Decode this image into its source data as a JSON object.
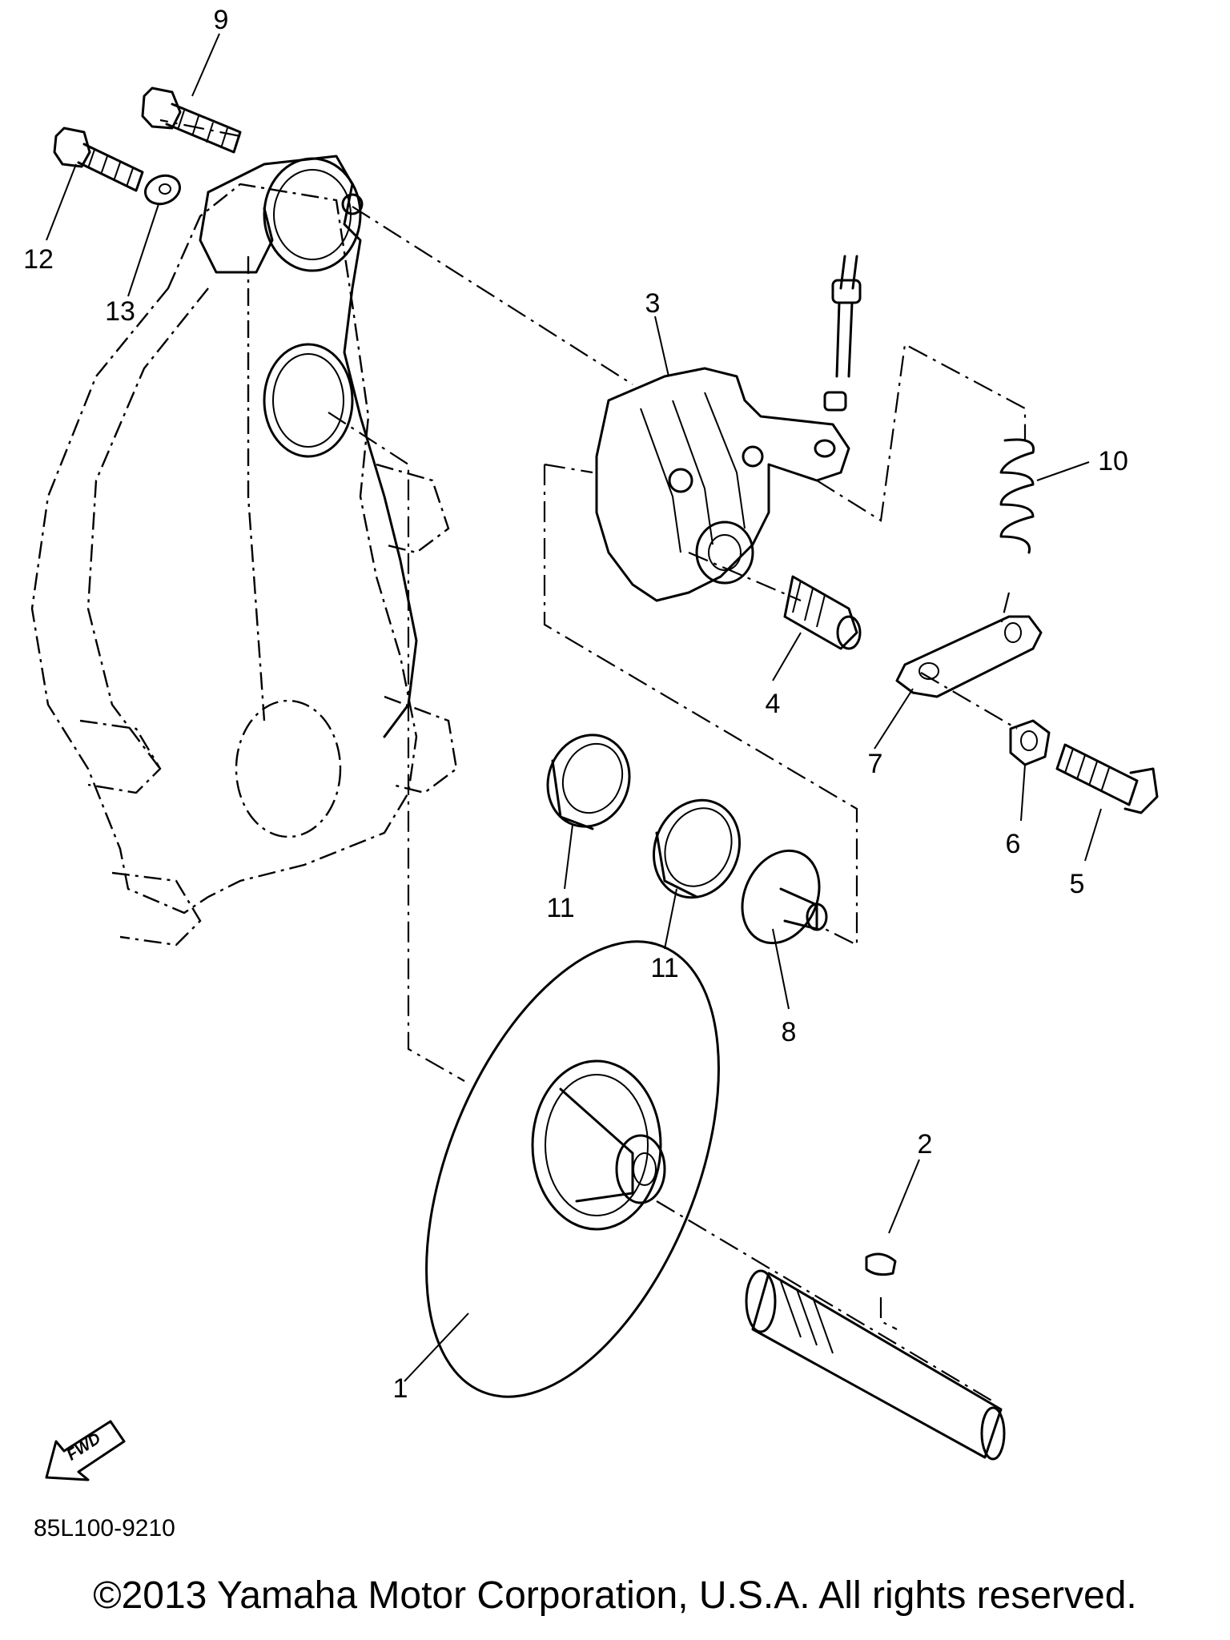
{
  "diagram": {
    "callouts": {
      "p1": "1",
      "p2": "2",
      "p3": "3",
      "p4": "4",
      "p5": "5",
      "p6": "6",
      "p7": "7",
      "p8": "8",
      "p9": "9",
      "p10": "10",
      "p11a": "11",
      "p11b": "11",
      "p12": "12",
      "p13": "13"
    },
    "fwd_label": "FWD",
    "drawing_code": "85L100-9210",
    "copyright": "©2013 Yamaha Motor Corporation, U.S.A. All rights reserved."
  }
}
